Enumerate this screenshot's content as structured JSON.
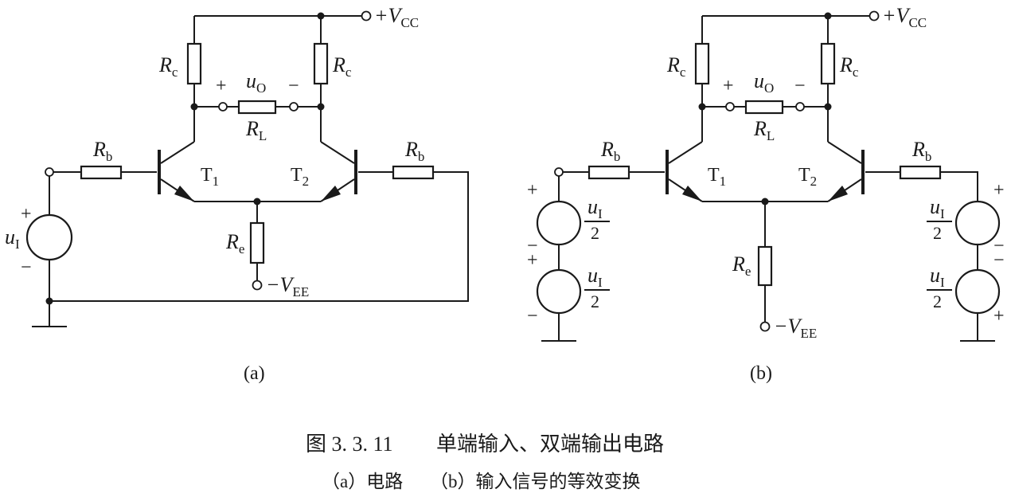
{
  "figure": {
    "caption_number": "图 3. 3. 11",
    "caption_title": "单端输入、双端输出电路",
    "subcaption_a": "（a）电路",
    "subcaption_b": "（b）输入信号的等效变换"
  },
  "panel_a": {
    "label": "(a)",
    "vcc": "+V",
    "vcc_sub": "CC",
    "vee": "−V",
    "vee_sub": "EE",
    "rc": "R",
    "rc_sub": "c",
    "rb": "R",
    "rb_sub": "b",
    "re": "R",
    "re_sub": "e",
    "rl": "R",
    "rl_sub": "L",
    "uo": "u",
    "uo_sub": "O",
    "ui": "u",
    "ui_sub": "I",
    "t1": "T",
    "t1_sub": "1",
    "t2": "T",
    "t2_sub": "2",
    "plus": "+",
    "minus": "−"
  },
  "panel_b": {
    "label": "(b)",
    "vcc": "+V",
    "vcc_sub": "CC",
    "vee": "−V",
    "vee_sub": "EE",
    "rc": "R",
    "rc_sub": "c",
    "rb": "R",
    "rb_sub": "b",
    "re": "R",
    "re_sub": "e",
    "rl": "R",
    "rl_sub": "L",
    "uo": "u",
    "uo_sub": "O",
    "t1": "T",
    "t1_sub": "1",
    "t2": "T",
    "t2_sub": "2",
    "half_num": "u",
    "half_num_sub": "I",
    "half_den": "2",
    "plus": "+",
    "minus": "−"
  }
}
